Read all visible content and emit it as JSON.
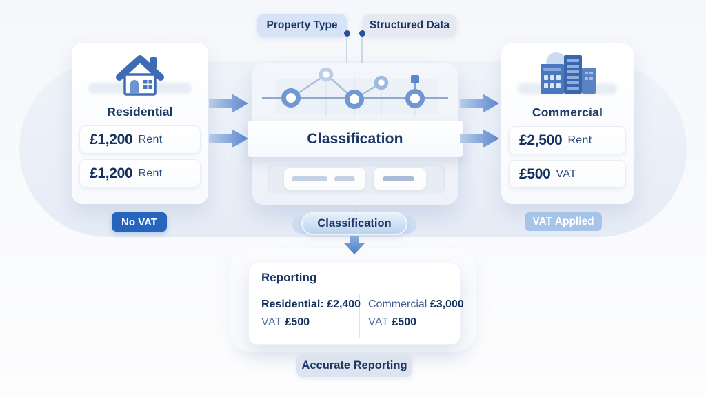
{
  "top_labels": {
    "property_type": "Property Type",
    "structured_data": "Structured Data"
  },
  "residential": {
    "title": "Residential",
    "rows": [
      {
        "amount": "£1,200",
        "label": "Rent"
      },
      {
        "amount": "£1,200",
        "label": "Rent"
      }
    ],
    "badge": "No VAT"
  },
  "commercial": {
    "title": "Commercial",
    "rows": [
      {
        "amount": "£2,500",
        "label": "Rent"
      },
      {
        "amount": "£500",
        "label": "VAT"
      }
    ],
    "badge": "VAT Applied"
  },
  "classification": {
    "banner_title": "Classification",
    "pill_label": "Classification"
  },
  "reporting": {
    "title": "Reporting",
    "residential_label": "Residential:",
    "residential_value": "£2,400",
    "residential_vat_label": "VAT",
    "residential_vat_value": "£500",
    "commercial_label": "Commercial",
    "commercial_value": "£3,000",
    "commercial_vat_label": "VAT",
    "commercial_vat_value": "£500"
  },
  "footer_badge": "Accurate Reporting",
  "icons": {
    "residential": "house-icon",
    "commercial": "buildings-icon",
    "center": "line-chart-icon",
    "flow": "arrow-right-icon",
    "down": "arrow-down-icon"
  },
  "colors": {
    "navy_text": "#1c3766",
    "amount_text": "#14305e",
    "no_vat_badge": "#2565be",
    "vat_applied_badge": "#a6c3e8",
    "accent_blue": "#4a77c0",
    "pill_property_bg": "#d7e4f7",
    "pill_structured_bg": "#e6e9f0",
    "background_band": "#e6ecf6"
  }
}
